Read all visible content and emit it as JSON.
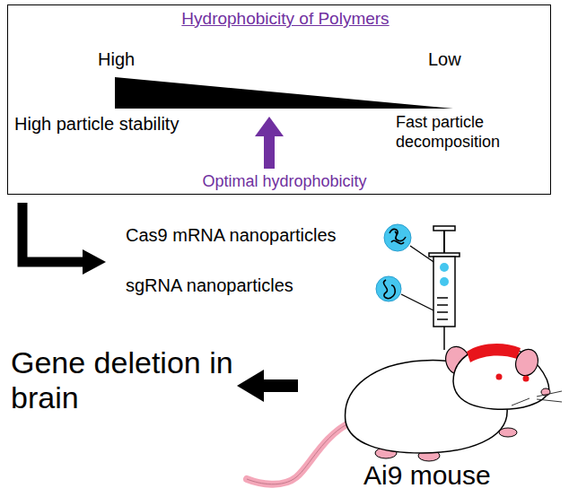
{
  "diagram": {
    "nodes": [
      {
        "text": [
          "Hydrophobicity of Polymers",
          "High",
          "Low",
          "High particle stability",
          "Fast particle decomposition",
          "Optimal hydrophobicity"
        ]
      }
    ],
    "labels": [
      "Cas9 mRNA nanoparticles",
      "sgRNA nanoparticles",
      "Gene deletion in brain",
      "Ai9 mouse"
    ]
  }
}
